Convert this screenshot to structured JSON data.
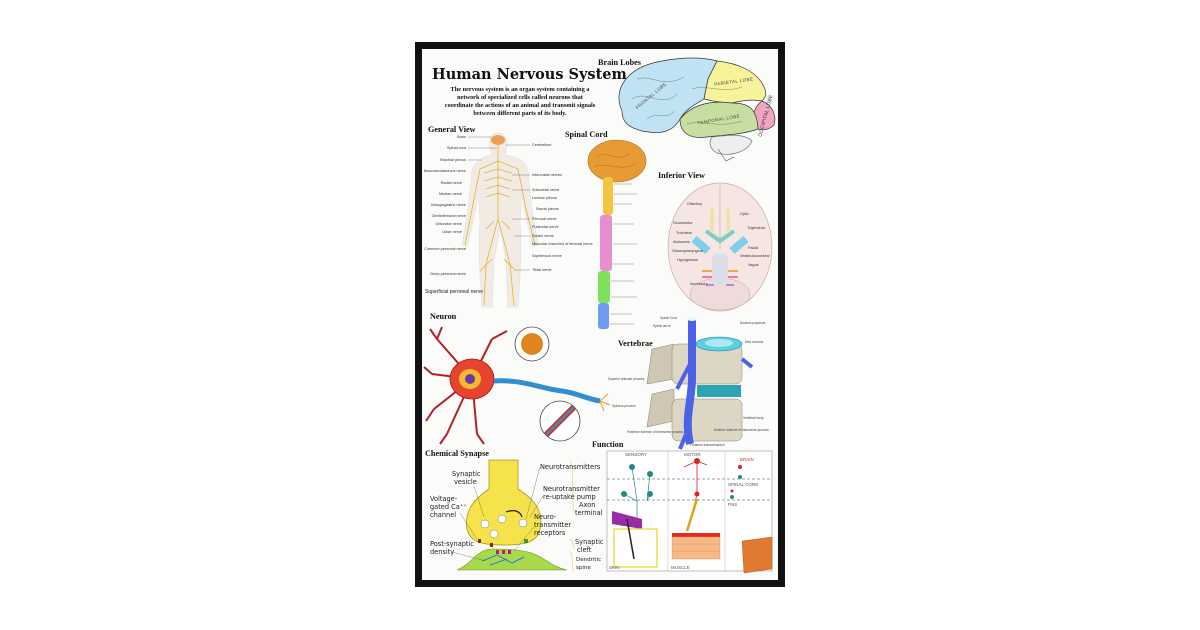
{
  "title": "Human Nervous System",
  "intro": [
    "The nervous system is an organ system containing a",
    "network of specialized cells called neurons that",
    "coordinate the actions of an animal and transmit signals",
    "between different parts of its body."
  ],
  "brain_lobes": {
    "heading": "Brain Lobes",
    "lobes": [
      "FRONTAL LOBE",
      "PARIETAL LOBE",
      "TEMPORAL LOBE",
      "OCCIPITAL LOBE"
    ],
    "colors": {
      "frontal": "#bfe3f2",
      "parietal": "#f7f39a",
      "temporal": "#c6dea0",
      "occipital": "#f0a5c0"
    }
  },
  "general_view": {
    "heading": "General View",
    "left_labels": [
      "Brain",
      "Spinal cord",
      "Brachial plexus",
      "Musculocutaneous nerve",
      "Radial nerve",
      "Median nerve",
      "Iliohypogastric nerve",
      "Genitofemoral nerve",
      "Obturator nerve",
      "Ulnar nerve",
      "Common peroneal nerve",
      "Deep peroneal nerve",
      "Superficial peroneal nerve"
    ],
    "right_labels": [
      "Cerebellum",
      "Intercostal nerves",
      "Subcostal nerve",
      "Lumbar plexus",
      "Sacral plexus",
      "Femoral nerve",
      "Pudendal nerve",
      "Sciatic nerve",
      "Muscular branches of femoral nerve",
      "Saphenous nerve",
      "Tibial nerve"
    ]
  },
  "spinal_cord": {
    "heading": "Spinal Cord"
  },
  "inferior_view": {
    "heading": "Inferior View",
    "labels": [
      "Olfactory",
      "Optic",
      "Oculomotor",
      "Trochlear",
      "Trigeminal",
      "Abducens",
      "Facial",
      "Vestibulocochlear",
      "Glossopharyngeal",
      "Vagus",
      "Hypoglossal",
      "Accessory"
    ]
  },
  "neuron": {
    "heading": "Neuron"
  },
  "vertebrae": {
    "heading": "Vertebrae",
    "labels": [
      "Spinal Cord",
      "Nucleus pulposus",
      "Spinal nerve",
      "Disc annulus",
      "Superior articular process",
      "Spinous process",
      "Vertebral body",
      "Posterior tubercle of transverse process",
      "Anterior tubercle of transverse process",
      "Foramen transversarium"
    ]
  },
  "chemical_synapse": {
    "heading": "Chemical Synapse",
    "labels": {
      "neurotransmitters": "Neurotransmitters",
      "vesicle": [
        "Synaptic",
        "vesicle"
      ],
      "reuptake": [
        "Neurotransmitter",
        "re-uptake pump"
      ],
      "channel": [
        "Voltage-",
        "gated Ca⁺⁺",
        "channel"
      ],
      "axon_terminal": [
        "Axon",
        "terminal"
      ],
      "receptors": [
        "Neuro-",
        "transmitter",
        "receptors"
      ],
      "density": [
        "Post-synaptic",
        "density"
      ],
      "cleft": [
        "Synaptic",
        "cleft"
      ],
      "spine": [
        "Dendritic",
        "spine"
      ]
    }
  },
  "function": {
    "heading": "Function",
    "columns": [
      "SENSORY",
      "MOTOR"
    ],
    "rows": [
      "BRAIN",
      "SPINAL CORD",
      "PNS"
    ],
    "bottom": [
      "SKIN",
      "MUSCLE"
    ]
  }
}
